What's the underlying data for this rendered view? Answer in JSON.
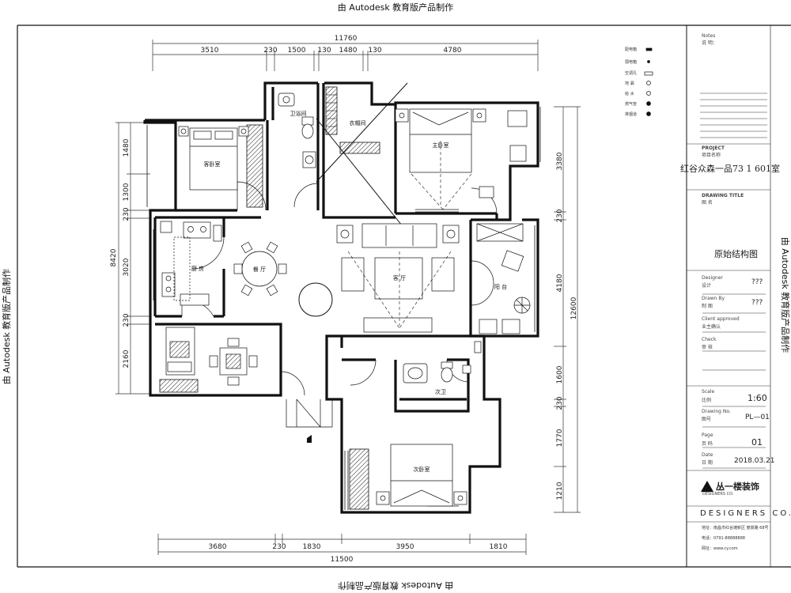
{
  "watermark": {
    "top": "由 Autodesk 教育版产品制作",
    "bottom": "由 Autodesk 教育版产品制作",
    "left": "由 Autodesk 教育版产品制作",
    "right": "由 Autodesk 教育版产品制作"
  },
  "dimensions": {
    "top_total": "11760",
    "top_segments": [
      "3510",
      "230",
      "1500",
      "130",
      "1480",
      "130",
      "4780"
    ],
    "bottom_total": "11500",
    "bottom_segments": [
      "3680",
      "230",
      "1830",
      "3950",
      "1810"
    ],
    "left_total": "8420",
    "left_segments": [
      "1480",
      "1300",
      "230",
      "3020",
      "230",
      "2160"
    ],
    "right_total": "12600",
    "right_segments": [
      "3380",
      "230",
      "4180",
      "1600",
      "230",
      "1770",
      "1210"
    ]
  },
  "rooms": {
    "guest_bedroom": "客卧室",
    "master_bedroom": "主卧室",
    "bathroom": "卫浴间",
    "closet": "衣帽间",
    "kitchen": "厨 房",
    "dining": "餐 厅",
    "living": "客 厅",
    "balcony": "阳 台",
    "second_bath": "次卫",
    "second_bedroom": "次卧室"
  },
  "title_block": {
    "notes_label": "Notes",
    "notes_cn": "说 明：",
    "project_label": "PROJECT",
    "project_cn": "项目名称",
    "project_name": "红谷众森一品73 1 601室",
    "drawing_title_label": "DRAWING TITLE",
    "drawing_title_cn": "图 名",
    "drawing_title": "原始结构图",
    "designer_label": "Designer",
    "designer_cn": "设计",
    "designer_value": "???",
    "drawn_label": "Drawn By",
    "drawn_cn": "制 图",
    "drawn_value": "???",
    "approved_label": "Client approved",
    "approved_cn": "业主确认",
    "check_label": "Check",
    "check_cn": "审 核",
    "scale_label": "Scale",
    "scale_cn": "比例",
    "scale_value": "1:60",
    "drawing_no_label": "Drawing No.",
    "drawing_no_cn": "图号",
    "drawing_no_value": "PL—01",
    "page_label": "Page",
    "page_cn": "页 码",
    "page_value": "01",
    "date_label": "Date",
    "date_cn": "日 期",
    "date_value": "2018.03.21",
    "company": "丛一楼装饰",
    "company_sub": "DESIGNERS CO.",
    "designers": "DESIGNERS CO.",
    "address": "地址：南昌市红谷滩新区 丽景路 68号",
    "phone": "电话：0791-88888888",
    "web": "网址：www.cy.com"
  },
  "legend": [
    "配电箱",
    "弱电箱",
    "空调孔",
    "地 漏",
    "给 水",
    "燃气管",
    "排烟道"
  ]
}
